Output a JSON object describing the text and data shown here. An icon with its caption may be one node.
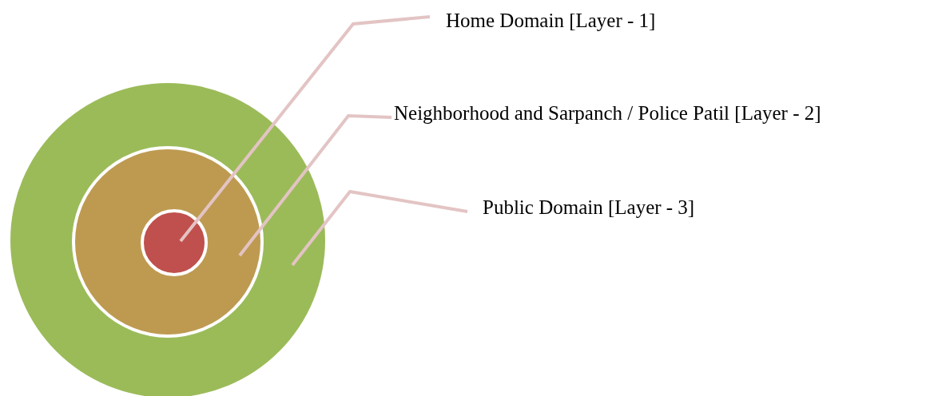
{
  "diagram": {
    "nodes": [
      {
        "text": [],
        "shape": "circle"
      },
      {
        "text": [],
        "shape": "circle",
        "in": 0
      },
      {
        "text": [],
        "shape": "circle",
        "in": 1
      },
      {
        "text": [
          "Home Domain [Layer - 1]"
        ]
      },
      {
        "text": [
          "Neighborhood and Sarpanch / Police Patil [Layer - 2]"
        ]
      },
      {
        "text": [
          "Public Domain [Layer - 3]"
        ]
      }
    ],
    "edges": [
      {
        "from": 3,
        "to": 2,
        "arrow": "none"
      },
      {
        "from": 4,
        "to": 1,
        "arrow": "none"
      },
      {
        "from": 5,
        "to": 0,
        "arrow": "none"
      }
    ]
  }
}
